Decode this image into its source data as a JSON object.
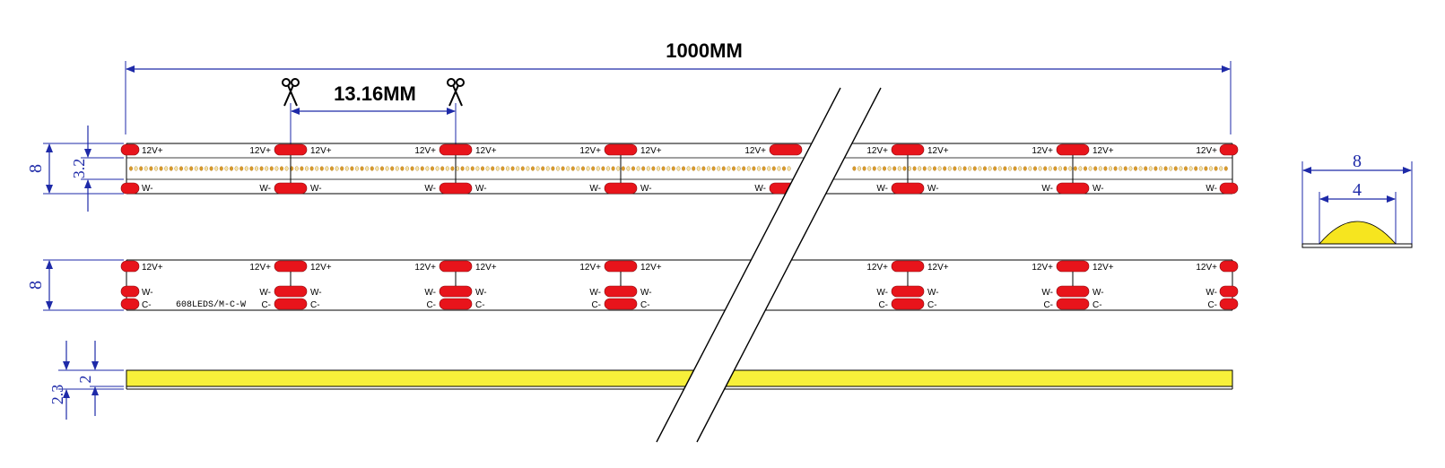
{
  "dimensions": {
    "total_length": "1000MM",
    "cut_length": "13.16MM",
    "strip_width_top": "8",
    "led_band_width": "3.2",
    "strip_width_back": "8",
    "side_total_thickness": "2.3",
    "side_coating_thickness": "2",
    "profile_width": "8",
    "profile_dome_width": "4"
  },
  "pad_labels": {
    "positive": "12V+",
    "warm_negative": "W-",
    "cool_negative": "C-"
  },
  "model_text": "608LEDS/M-C-W",
  "icons": {
    "scissors": "scissors-icon",
    "break": "break-lines"
  },
  "colors": {
    "dimension": "#1e2aa8",
    "solder_pad": "#e8141b",
    "led_amber": "#d99a2b",
    "led_cool": "#f4e3a6",
    "cob_yellow": "#f7f03a",
    "profile_dome": "#f6e51f"
  }
}
